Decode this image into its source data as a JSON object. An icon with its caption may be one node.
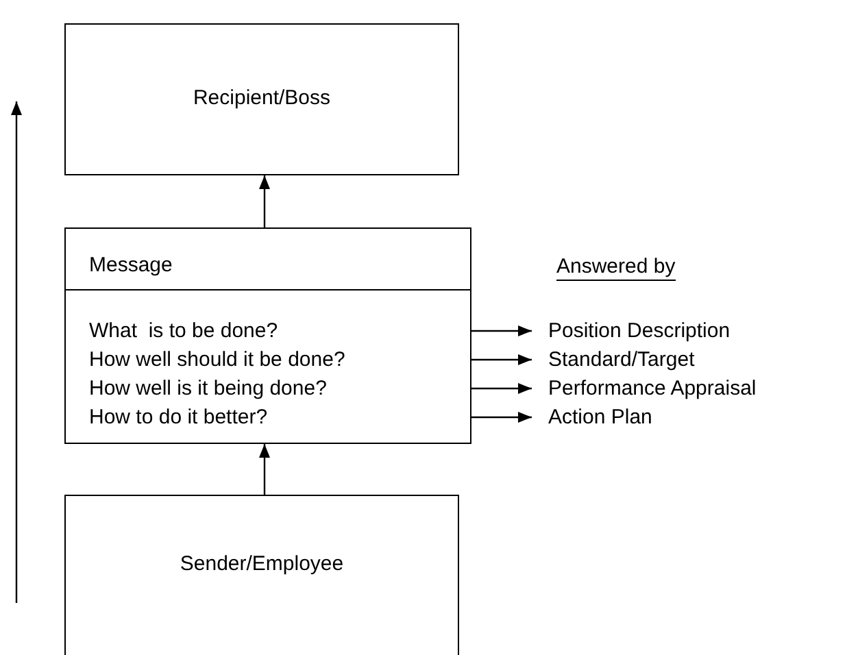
{
  "diagram": {
    "nodes": [
      {
        "text": [
          "Recipient/Boss"
        ]
      },
      {
        "text": [
          "Message",
          "What  is to be done?",
          "How well should it be done?",
          "How well is it being done?",
          "How to do it better?"
        ]
      },
      {
        "text": [
          "Position Description"
        ]
      },
      {
        "text": [
          "Standard/Target"
        ]
      },
      {
        "text": [
          "Performance Appraisal"
        ]
      },
      {
        "text": [
          "Action Plan"
        ]
      },
      {
        "text": [
          "Sender/Employee"
        ]
      }
    ],
    "edges": [
      {
        "from": 6,
        "to": 1,
        "arrow": "to"
      },
      {
        "from": 1,
        "to": 0,
        "arrow": "to"
      },
      {
        "from": 1,
        "to": 2,
        "arrow": "to"
      },
      {
        "from": 1,
        "to": 3,
        "arrow": "to"
      },
      {
        "from": 1,
        "to": 4,
        "arrow": "to"
      },
      {
        "from": 1,
        "to": 5,
        "arrow": "to"
      }
    ],
    "labels": [
      "Answered by"
    ]
  }
}
